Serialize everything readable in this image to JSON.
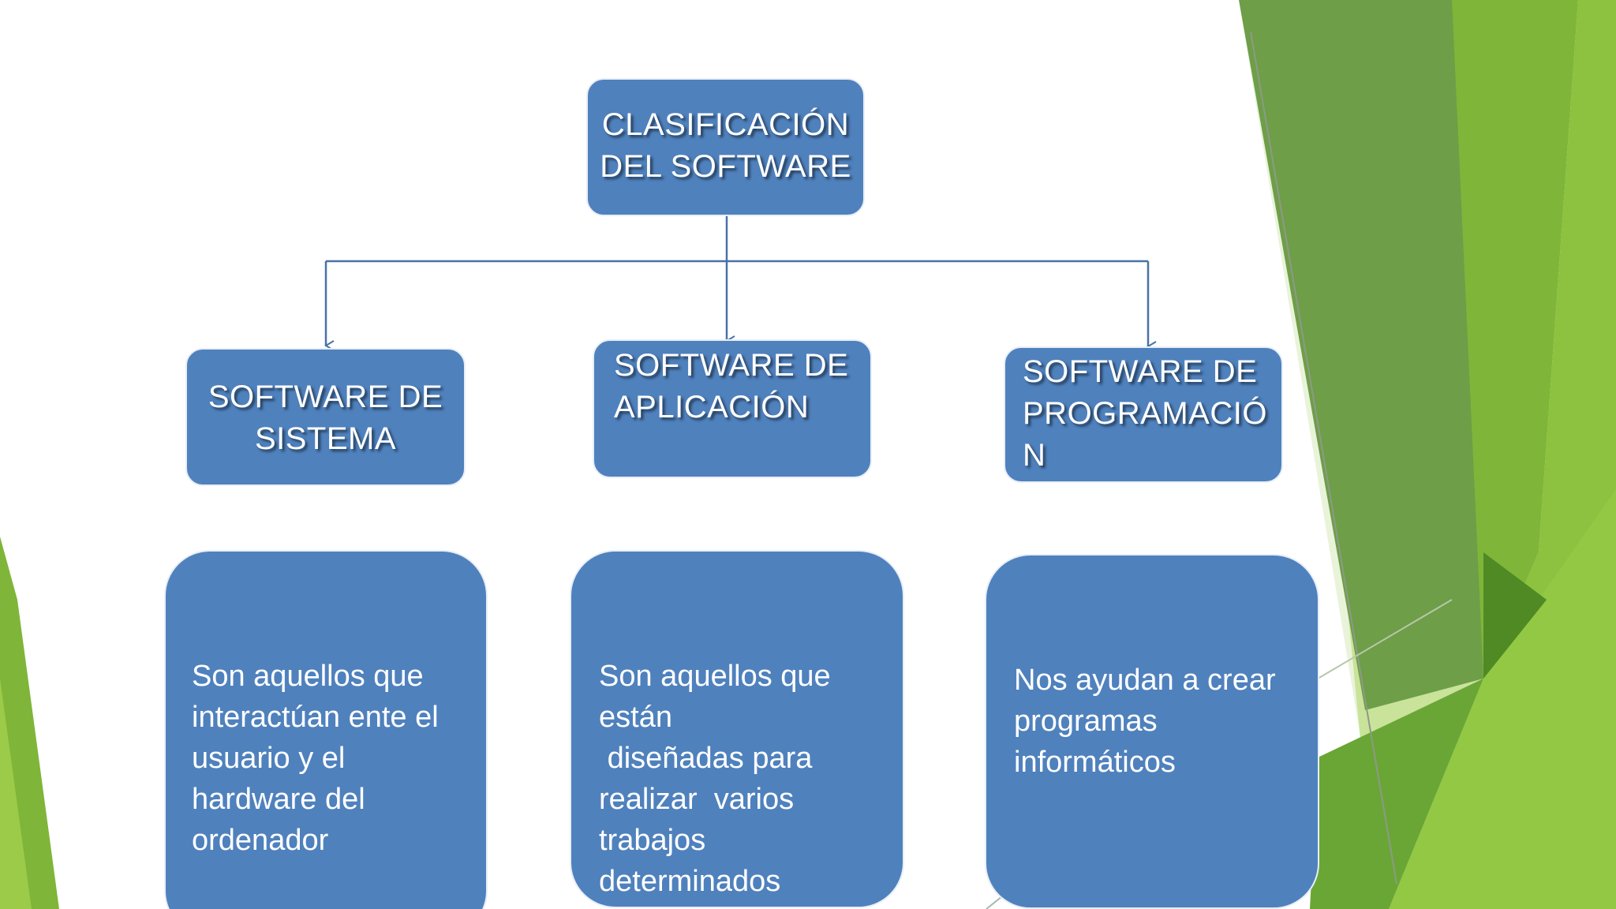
{
  "theme": {
    "box_fill": "#4f81bd",
    "connector_color": "#4a72a8",
    "accent_greens": [
      "#5a8f2e",
      "#7fb539",
      "#9ccb49",
      "#c4e08c",
      "#e4f0cf"
    ]
  },
  "root": {
    "lines": [
      "CLASIFICACIÓN",
      "DEL SOFTWARE"
    ]
  },
  "categories": [
    {
      "lines": [
        "SOFTWARE DE",
        "SISTEMA"
      ]
    },
    {
      "lines": [
        "SOFTWARE DE",
        "APLICACIÓN"
      ]
    },
    {
      "lines": [
        "SOFTWARE DE",
        "PROGRAMACIÓ",
        "N"
      ]
    }
  ],
  "descriptions": [
    {
      "text": "Son aquellos que\ninteractúan ente el\nusuario y el\nhardware del\nordenador"
    },
    {
      "text": "Son aquellos que\nestán\n diseñadas para\nrealizar  varios\ntrabajos\ndeterminados"
    },
    {
      "text": "Nos ayudan a crear\nprogramas\ninformáticos"
    }
  ]
}
